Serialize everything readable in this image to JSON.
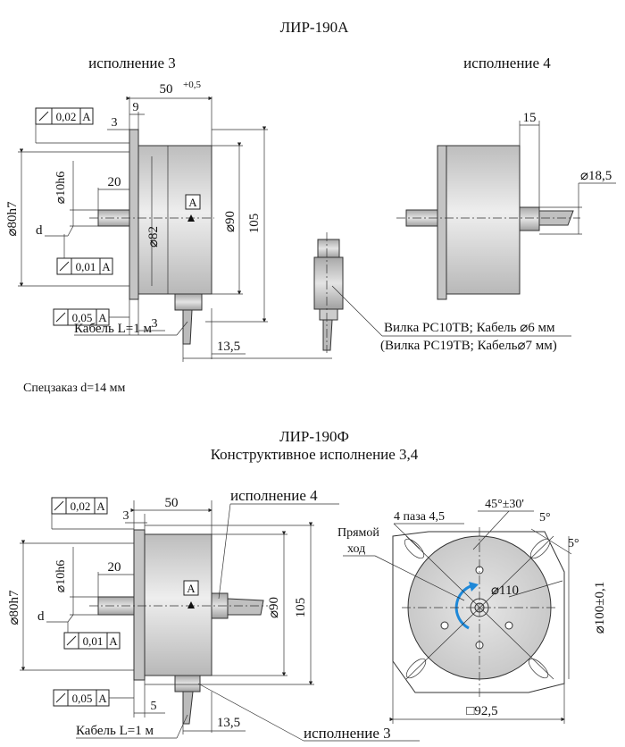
{
  "top": {
    "title": "ЛИР-190А",
    "variant3_label": "исполнение 3",
    "variant4_label": "исполнение 4",
    "dim_50_tol": "50",
    "dim_50_sup": "+0,5",
    "dim_9": "9",
    "dim_3a": "3",
    "dim_3b": "3",
    "dim_15": "15",
    "dim_18_5": "⌀18,5",
    "dim_20": "20",
    "dim_10h6": "⌀10h6",
    "dim_80h7": "⌀80h7",
    "dim_82": "⌀82",
    "dim_90": "⌀90",
    "dim_105": "105",
    "dim_13_5": "13,5",
    "label_d": "d",
    "datum_A": "A",
    "tol_002": "0,02",
    "tol_001": "0,01",
    "tol_005": "0,05",
    "cable_label": "Кабель L=1 м",
    "connector_line1": "Вилка РС10ТВ; Кабель ⌀6 мм",
    "connector_line2": "(Вилка РС19ТВ; Кабель⌀7 мм)",
    "special_order": "Спецзаказ d=14 мм"
  },
  "bottom": {
    "title": "ЛИР-190Ф",
    "subtitle": "Конструктивное исполнение 3,4",
    "variant4_label": "исполнение 4",
    "variant3_label": "исполнение 3",
    "dim_50": "50",
    "dim_3a": "3",
    "dim_20": "20",
    "dim_10h6": "⌀10h6",
    "dim_80h7": "⌀80h7",
    "dim_90": "⌀90",
    "dim_105": "105",
    "dim_5": "5",
    "dim_13_5": "13,5",
    "label_d": "d",
    "datum_A": "A",
    "tol_002": "0,02",
    "tol_001": "0,01",
    "tol_005": "0,05",
    "cable_label": "Кабель L=1 м",
    "angle_label": "45°±30'",
    "slots_label": "4 паза 4,5",
    "angle_5a": "5°",
    "angle_5b": "5°",
    "direct_line1": "Прямой",
    "direct_line2": "ход",
    "dim_110": "⌀110",
    "dim_100": "⌀100±0,1",
    "dim_92_5": "□92,5"
  }
}
